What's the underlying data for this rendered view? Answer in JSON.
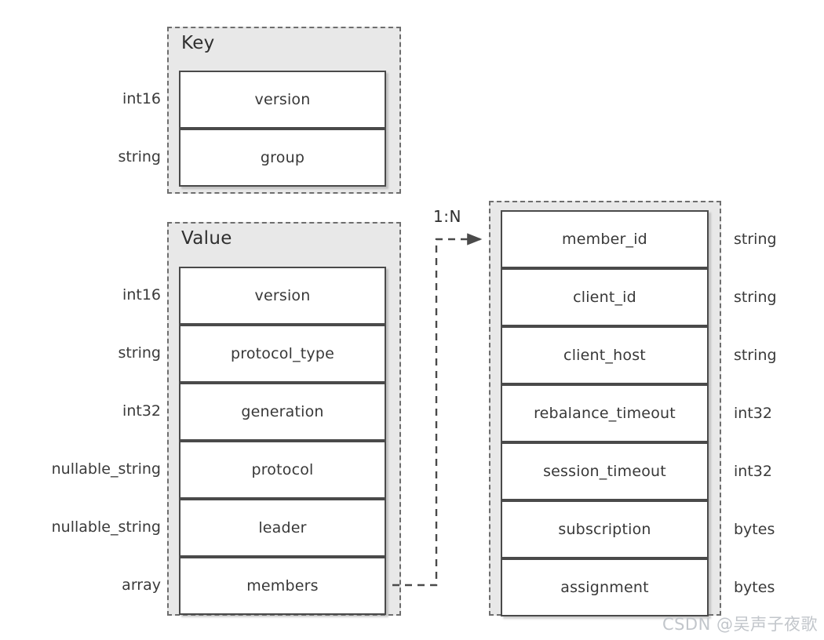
{
  "diagram": {
    "title_key": "Key",
    "title_value": "Value",
    "relation_label": "1:N",
    "watermark": "CSDN @吴声子夜歌",
    "colors": {
      "container_fill": "#e8e8e8",
      "container_border": "#6e6e6e",
      "box_fill": "#ffffff",
      "box_border": "#4a4a4a",
      "text": "#3a3a3a",
      "watermark": "#c2c6cb"
    }
  },
  "key_block": {
    "title": "Key",
    "fields": [
      {
        "type": "int16",
        "name": "version"
      },
      {
        "type": "string",
        "name": "group"
      }
    ]
  },
  "value_block": {
    "title": "Value",
    "fields": [
      {
        "type": "int16",
        "name": "version"
      },
      {
        "type": "string",
        "name": "protocol_type"
      },
      {
        "type": "int32",
        "name": "generation"
      },
      {
        "type": "nullable_string",
        "name": "protocol"
      },
      {
        "type": "nullable_string",
        "name": "leader"
      },
      {
        "type": "array",
        "name": "members"
      }
    ]
  },
  "member_block": {
    "title": "",
    "fields": [
      {
        "name": "member_id",
        "type": "string"
      },
      {
        "name": "client_id",
        "type": "string"
      },
      {
        "name": "client_host",
        "type": "string"
      },
      {
        "name": "rebalance_timeout",
        "type": "int32"
      },
      {
        "name": "session_timeout",
        "type": "int32"
      },
      {
        "name": "subscription",
        "type": "bytes"
      },
      {
        "name": "assignment",
        "type": "bytes"
      }
    ]
  },
  "connector": {
    "label": "1:N",
    "from": "members",
    "to": "member_id",
    "style": "dashed-arrow"
  }
}
